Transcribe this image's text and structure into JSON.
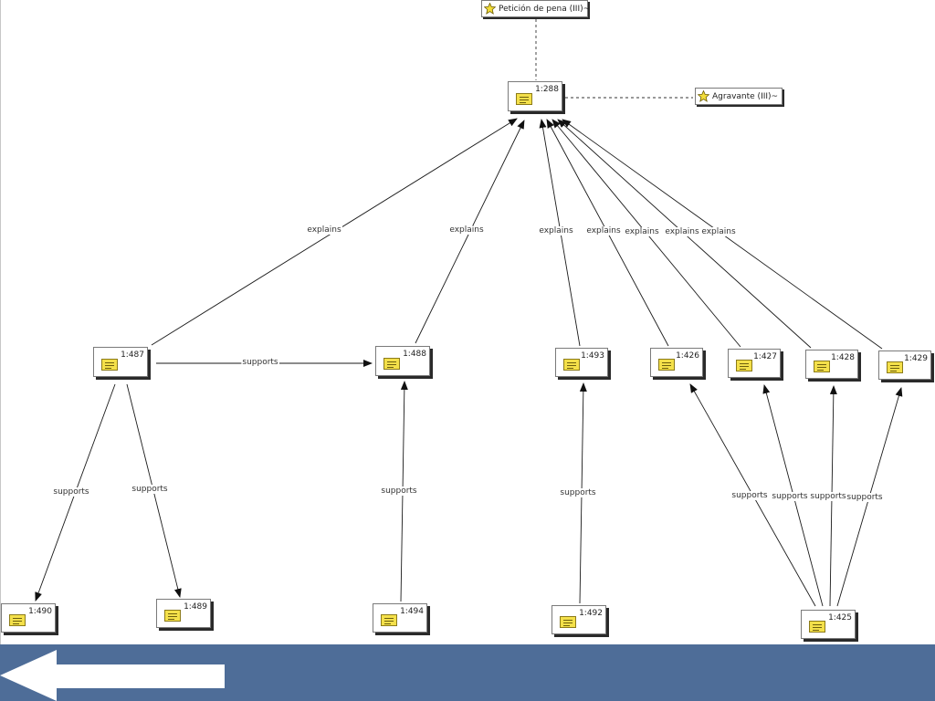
{
  "diagram": {
    "codes": [
      {
        "id": "peticion",
        "label": "Petición de pena (III)~"
      },
      {
        "id": "agravante",
        "label": "Agravante (III)~"
      }
    ],
    "quotes": [
      {
        "id": "q288",
        "label": "1:288"
      },
      {
        "id": "q487",
        "label": "1:487"
      },
      {
        "id": "q488",
        "label": "1:488"
      },
      {
        "id": "q493",
        "label": "1:493"
      },
      {
        "id": "q426",
        "label": "1:426"
      },
      {
        "id": "q427",
        "label": "1:427"
      },
      {
        "id": "q428",
        "label": "1:428"
      },
      {
        "id": "q429",
        "label": "1:429"
      },
      {
        "id": "q490",
        "label": "1:490"
      },
      {
        "id": "q489",
        "label": "1:489"
      },
      {
        "id": "q494",
        "label": "1:494"
      },
      {
        "id": "q492",
        "label": "1:492"
      },
      {
        "id": "q425",
        "label": "1:425"
      }
    ],
    "relations": [
      {
        "from": "q487",
        "to": "q288",
        "label": "explains"
      },
      {
        "from": "q488",
        "to": "q288",
        "label": "explains"
      },
      {
        "from": "q493",
        "to": "q288",
        "label": "explains"
      },
      {
        "from": "q426",
        "to": "q288",
        "label": "explains"
      },
      {
        "from": "q427",
        "to": "q288",
        "label": "explains"
      },
      {
        "from": "q428",
        "to": "q288",
        "label": "explains"
      },
      {
        "from": "q429",
        "to": "q288",
        "label": "explains"
      },
      {
        "from": "q487",
        "to": "q488",
        "label": "supports"
      },
      {
        "from": "q487",
        "to": "q490",
        "label": "supports"
      },
      {
        "from": "q487",
        "to": "q489",
        "label": "supports"
      },
      {
        "from": "q494",
        "to": "q488",
        "label": "supports"
      },
      {
        "from": "q492",
        "to": "q493",
        "label": "supports"
      },
      {
        "from": "q425",
        "to": "q426",
        "label": "supports"
      },
      {
        "from": "q425",
        "to": "q427",
        "label": "supports"
      },
      {
        "from": "q425",
        "to": "q428",
        "label": "supports"
      },
      {
        "from": "q425",
        "to": "q429",
        "label": "supports"
      }
    ],
    "associations": [
      {
        "from": "peticion",
        "to": "q288"
      },
      {
        "from": "q288",
        "to": "agravante"
      }
    ]
  },
  "colors": {
    "bar": "#4e6d98",
    "note_icon": "#f4e04a",
    "code_icon": "#f2dd3a"
  },
  "icons": {
    "quotation": "note-icon",
    "code": "code-star-icon",
    "back": "back-arrow-icon"
  }
}
